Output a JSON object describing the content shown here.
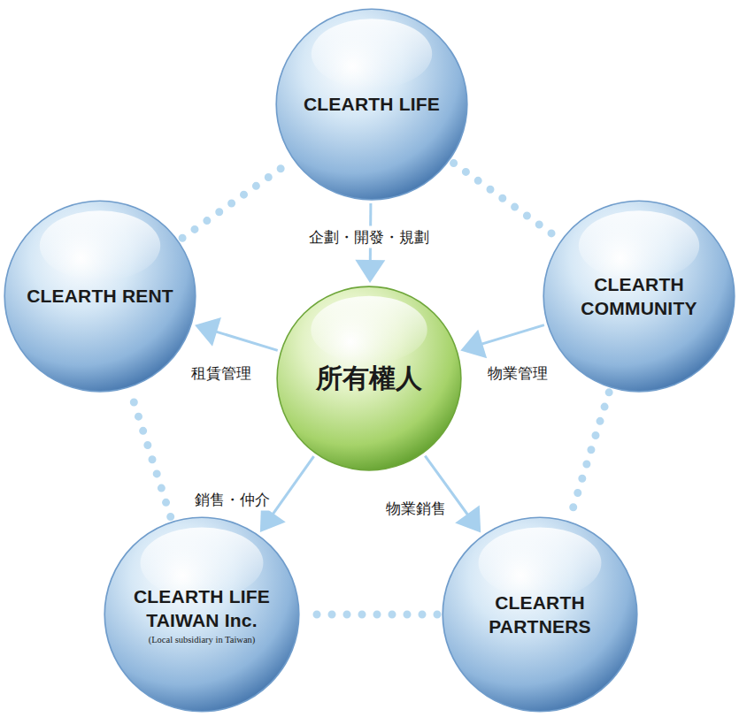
{
  "diagram": {
    "nodes": [
      {
        "text": [
          "CLEARTH LIFE"
        ]
      },
      {
        "text": [
          "CLEARTH RENT"
        ]
      },
      {
        "text": [
          "所有權人"
        ]
      },
      {
        "text": [
          "CLEARTH COMMUNITY"
        ]
      },
      {
        "text": [
          "CLEARTH LIFE TAIWAN Inc.",
          "(Local subsidiary in Taiwan)"
        ]
      },
      {
        "text": [
          "CLEARTH PARTNERS"
        ]
      }
    ],
    "edges": [
      {
        "from": 0,
        "to": 2,
        "label": "企劃・開發・規劃",
        "arrow": "to"
      },
      {
        "from": 2,
        "to": 1,
        "label": "租賃管理",
        "arrow": "to"
      },
      {
        "from": 3,
        "to": 2,
        "label": "物業管理",
        "arrow": "to"
      },
      {
        "from": 2,
        "to": 4,
        "label": "銷售・仲介",
        "arrow": "to"
      },
      {
        "from": 2,
        "to": 5,
        "label": "物業銷售",
        "arrow": "to"
      },
      {
        "from": 0,
        "to": 3,
        "arrow": "none"
      },
      {
        "from": 3,
        "to": 5,
        "arrow": "none"
      },
      {
        "from": 5,
        "to": 4,
        "arrow": "none"
      },
      {
        "from": 4,
        "to": 1,
        "arrow": "none"
      },
      {
        "from": 1,
        "to": 0,
        "arrow": "none"
      }
    ]
  }
}
